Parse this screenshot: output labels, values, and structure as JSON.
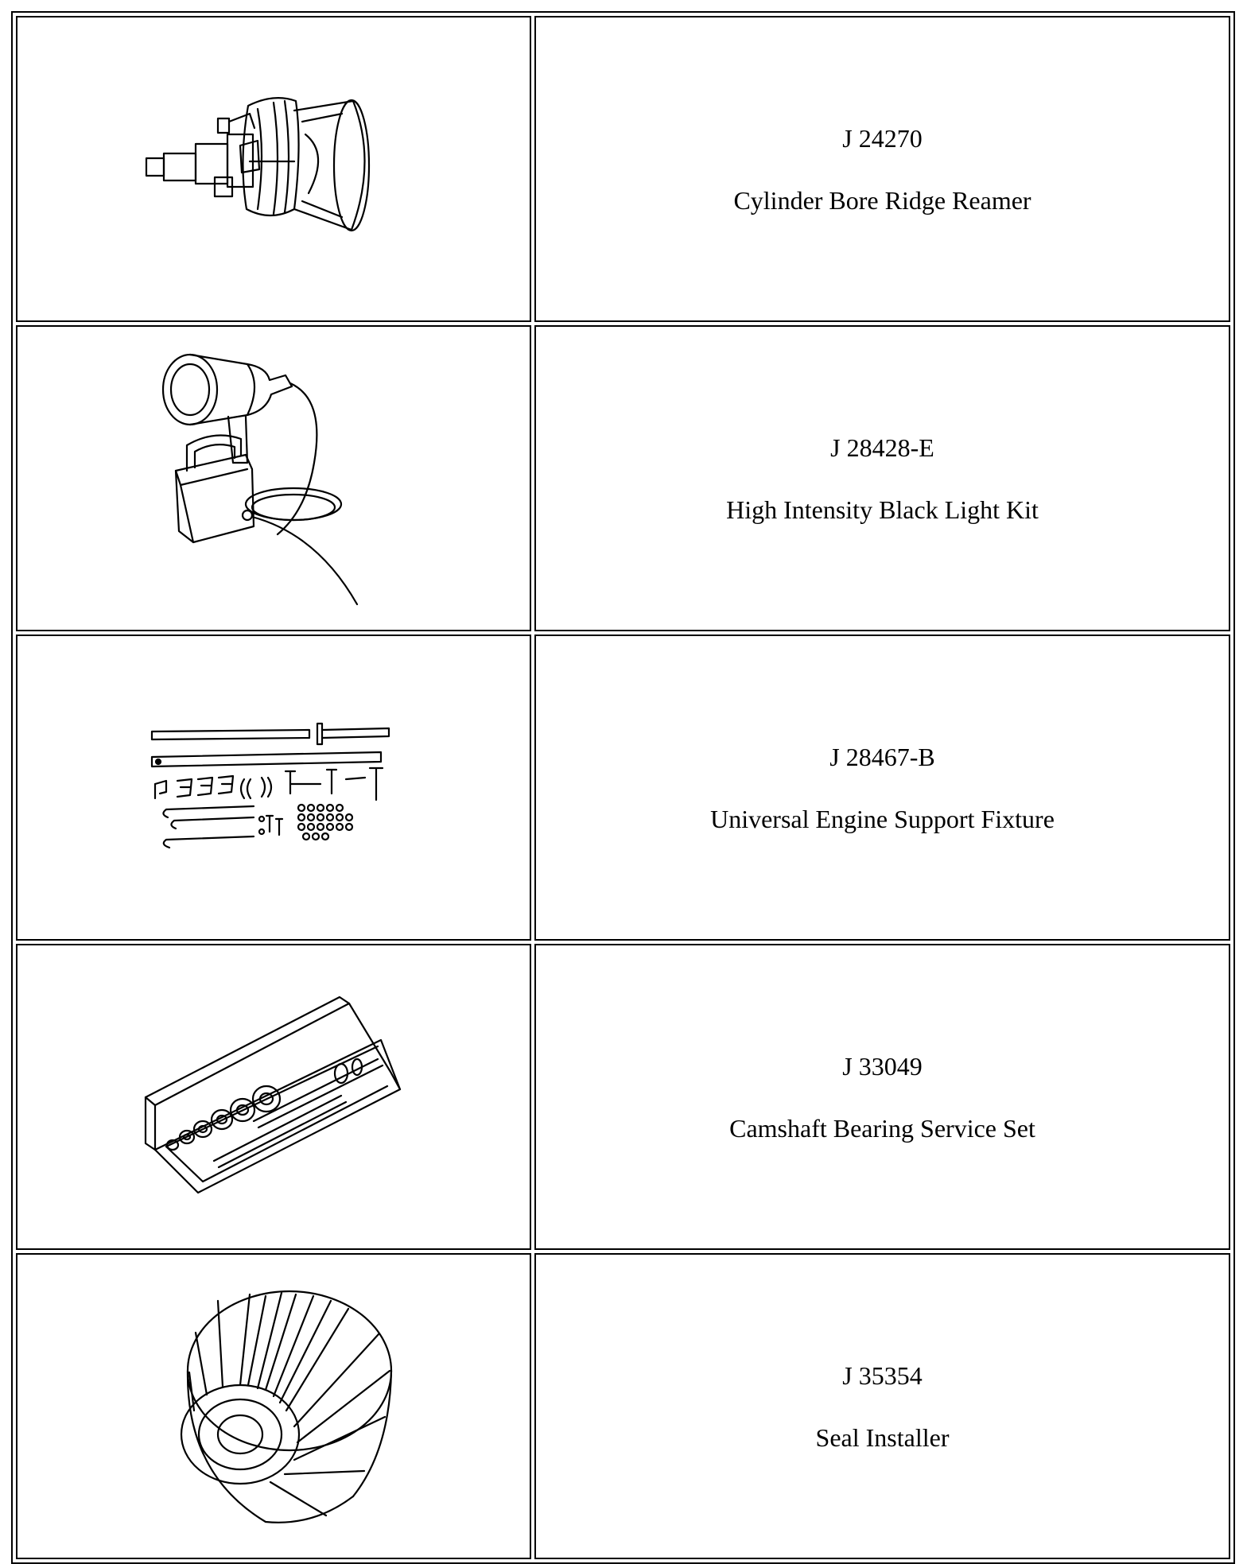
{
  "tools": [
    {
      "part_number": "J 24270",
      "name": "Cylinder Bore Ridge Reamer",
      "illustration": "ridge-reamer-illustration"
    },
    {
      "part_number": "J 28428-E",
      "name": "High Intensity Black Light Kit",
      "illustration": "black-light-kit-illustration"
    },
    {
      "part_number": "J 28467-B",
      "name": "Universal Engine Support Fixture",
      "illustration": "engine-support-fixture-illustration"
    },
    {
      "part_number": "J 33049",
      "name": "Camshaft Bearing Service Set",
      "illustration": "camshaft-bearing-set-illustration"
    },
    {
      "part_number": "J 35354",
      "name": "Seal Installer",
      "illustration": "seal-installer-illustration"
    }
  ]
}
